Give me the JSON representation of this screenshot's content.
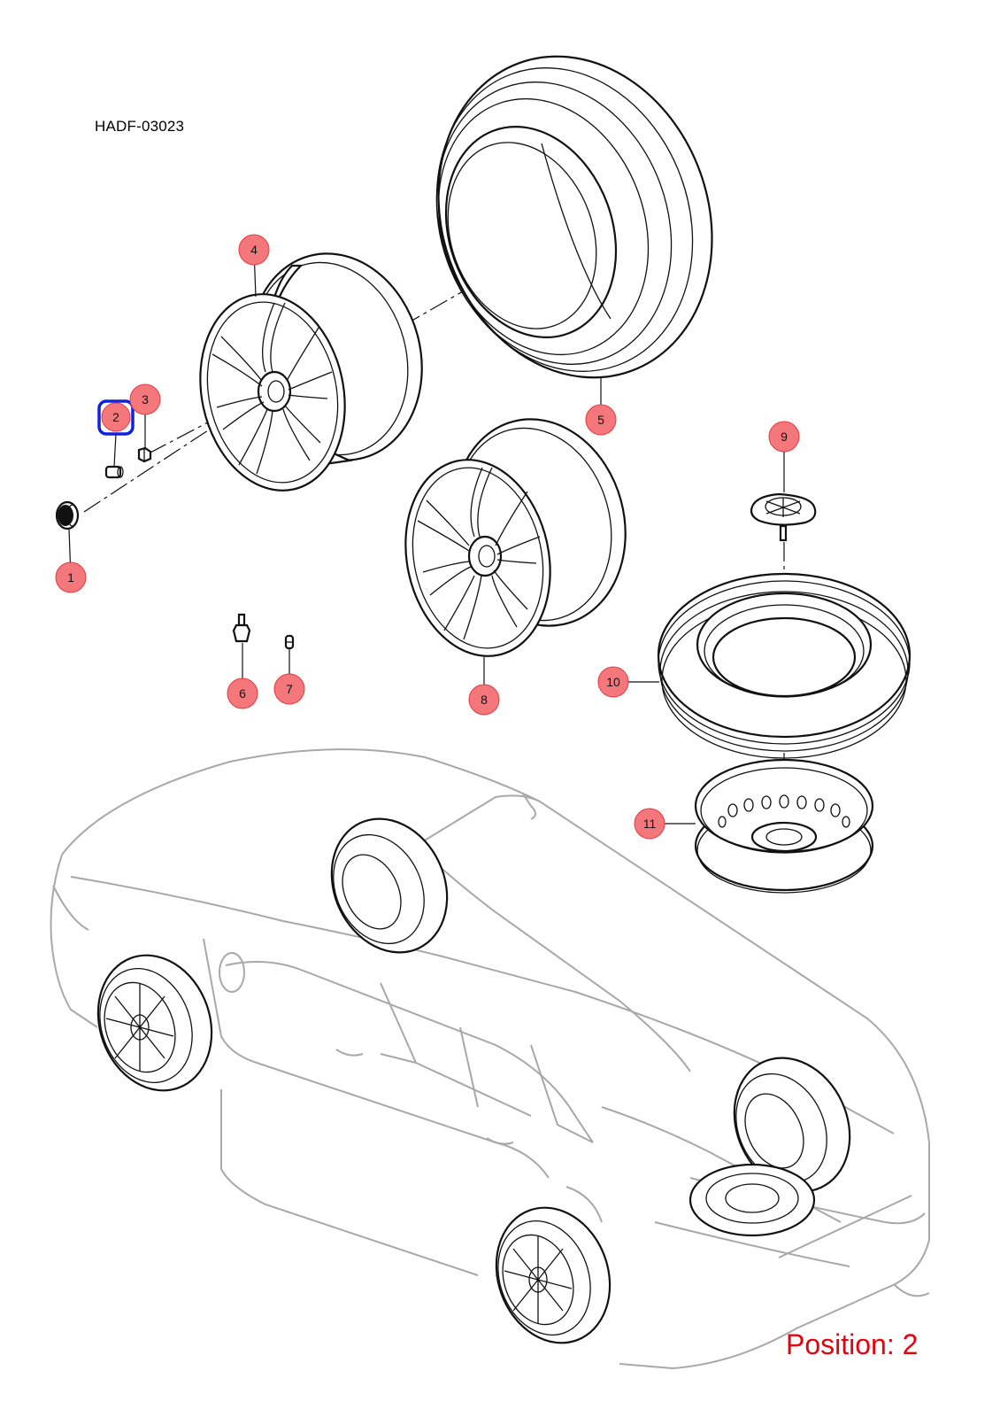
{
  "drawing_code": "HADF-03023",
  "position_label": "Position: 2",
  "colors": {
    "callout_fill": "#f4787b",
    "callout_stroke": "#e23a3f",
    "highlight": "#1122dd",
    "position_text": "#e8000b",
    "car_outline": "#a8a8a8"
  },
  "callouts": [
    {
      "number": "1",
      "part": "center-cap"
    },
    {
      "number": "2",
      "part": "wheel-bolt",
      "highlighted": true
    },
    {
      "number": "3",
      "part": "wheel-nut"
    },
    {
      "number": "4",
      "part": "alloy-wheel"
    },
    {
      "number": "5",
      "part": "tire"
    },
    {
      "number": "6",
      "part": "tire-valve"
    },
    {
      "number": "7",
      "part": "valve-cap"
    },
    {
      "number": "8",
      "part": "alloy-wheel-alternate"
    },
    {
      "number": "9",
      "part": "spare-wheel-retainer"
    },
    {
      "number": "10",
      "part": "spare-tire"
    },
    {
      "number": "11",
      "part": "spare-steel-wheel"
    }
  ]
}
